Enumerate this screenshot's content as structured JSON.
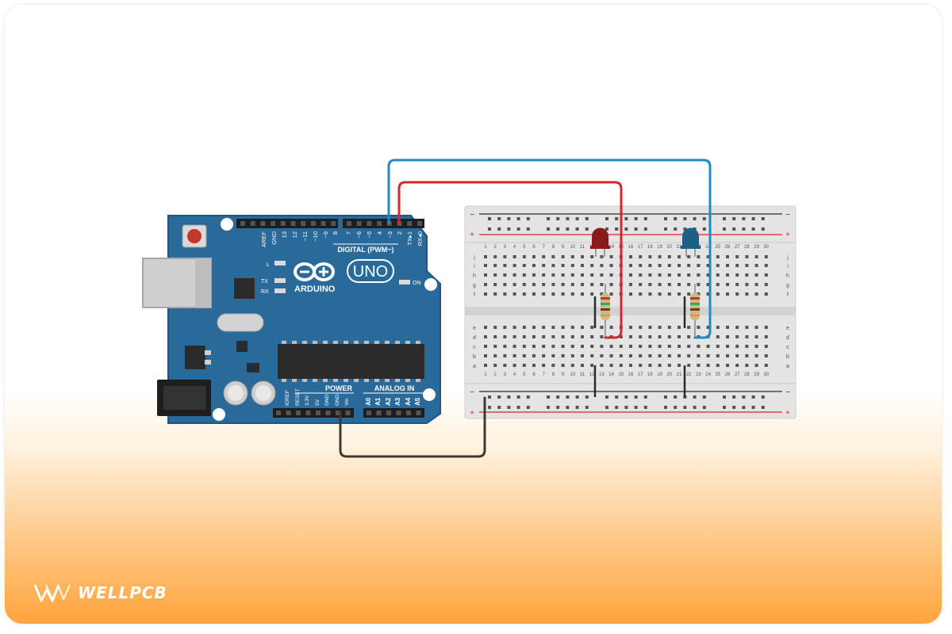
{
  "board": {
    "brand": "ARDUINO",
    "model": "UNO",
    "digital_header": "DIGITAL (PWM~)",
    "power_header": "POWER",
    "analog_header": "ANALOG IN",
    "top_pins": [
      "AREF",
      "GND",
      "13",
      "12",
      "~11",
      "~10",
      "~9",
      "8",
      "7",
      "~6",
      "~5",
      "4",
      "~3",
      "2",
      "TX▸1",
      "RX◂0"
    ],
    "power_pins": [
      "IOREF",
      "RESET",
      "3.3V",
      "5V",
      "GND",
      "GND",
      "Vin"
    ],
    "analog_pins": [
      "A0",
      "A1",
      "A2",
      "A3",
      "A4",
      "A5"
    ],
    "led_labels": {
      "l": "L",
      "tx": "TX",
      "rx": "RX",
      "on": "ON"
    },
    "colors": {
      "pcb": "#2a6a9b",
      "pcb_edge": "#1f5680"
    }
  },
  "breadboard": {
    "rows_top": [
      "j",
      "i",
      "h",
      "g",
      "f"
    ],
    "rows_bottom": [
      "e",
      "d",
      "c",
      "b",
      "a"
    ],
    "columns": [
      "1",
      "2",
      "3",
      "4",
      "5",
      "6",
      "7",
      "8",
      "9",
      "10",
      "11",
      "12",
      "13",
      "14",
      "15",
      "16",
      "17",
      "18",
      "19",
      "20",
      "21",
      "22",
      "23",
      "24",
      "25",
      "26",
      "27",
      "28",
      "29",
      "30"
    ],
    "rail_minus": "−",
    "rail_plus": "+"
  },
  "components": {
    "led_red_color": "#8b1a1a",
    "led_blue_color": "#1e5f86",
    "wire_colors": {
      "blue": "#1f8ac8",
      "red": "#d62828",
      "ground": "#3d3a36",
      "jumper": "#2a2a2a"
    }
  },
  "brand": {
    "name": "WELLPCB"
  }
}
